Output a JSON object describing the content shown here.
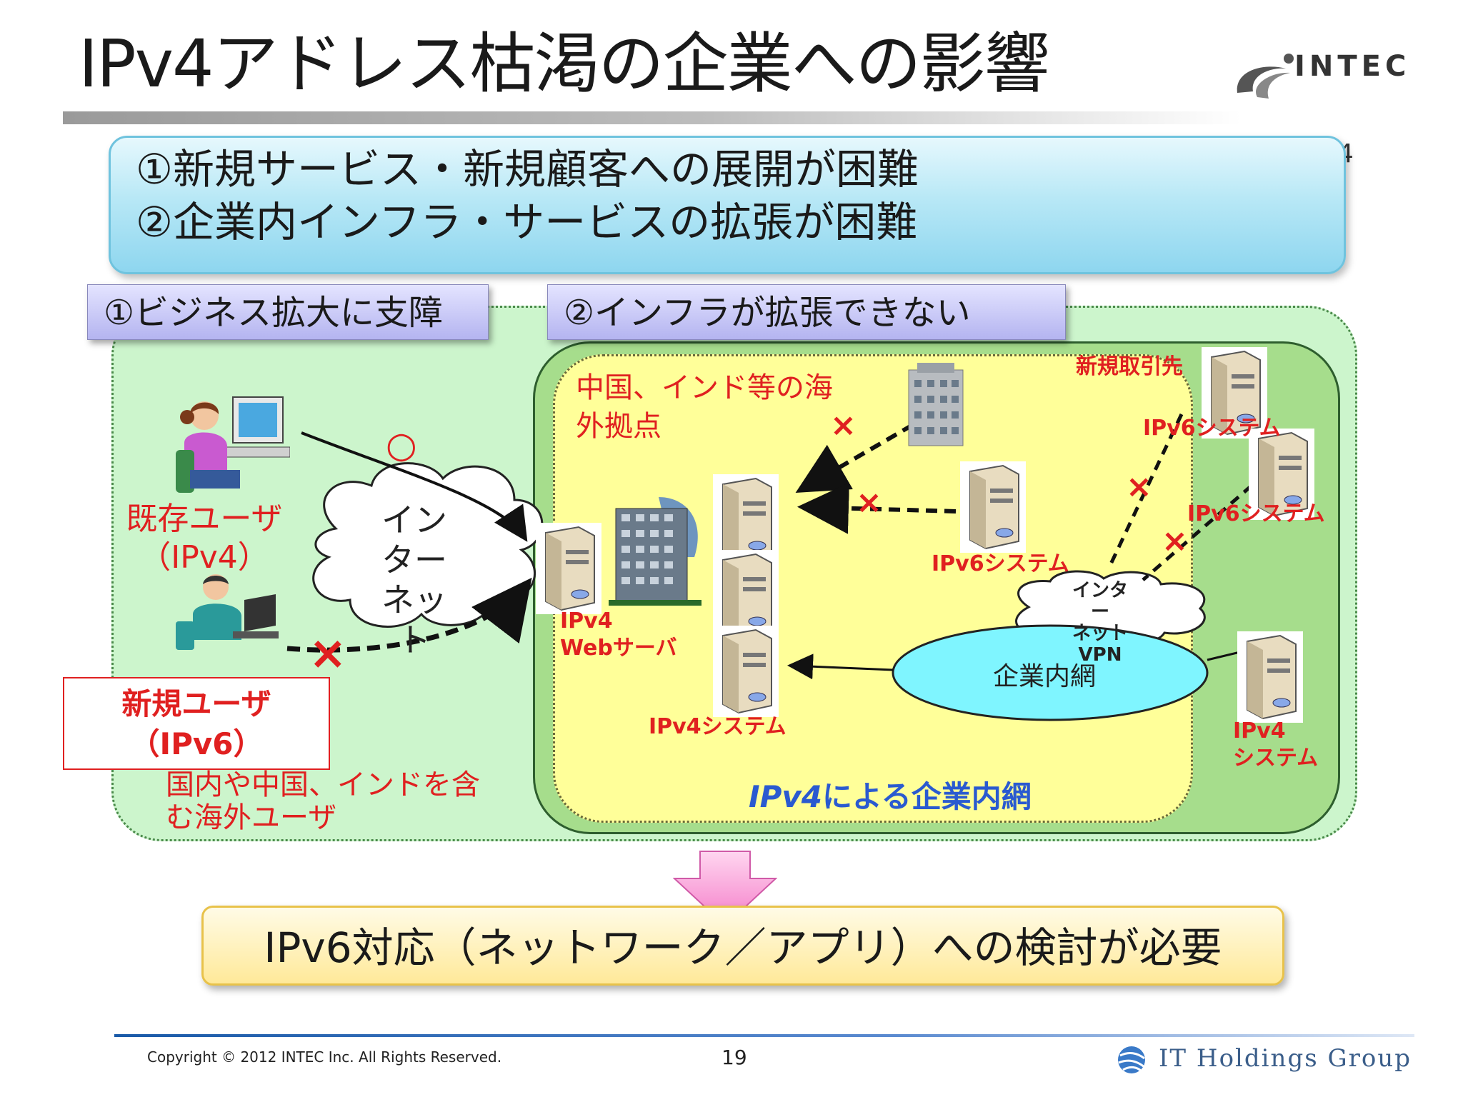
{
  "title": "IPv4アドレス枯渇の企業への影響",
  "logo": {
    "name": "INTEC",
    "stray_char": "4"
  },
  "impacts": [
    "①新規サービス・新規顧客への展開が困難",
    "②企業内インフラ・サービスの拡張が困難"
  ],
  "tabs": {
    "business": "①ビジネス拡大に支障",
    "infra": "②インフラが拡張できない"
  },
  "internet_cloud": [
    "イン",
    "ター",
    "ネット"
  ],
  "ok_mark": "○",
  "ng_mark": "×",
  "existing_user": {
    "line1": "既存ユーザ",
    "line2": "（IPv4）"
  },
  "new_user": {
    "line1": "新規ユーザ",
    "line2": "（IPv6）"
  },
  "overseas_users": {
    "line1": "国内や中国、インドを含",
    "line2": "む海外ユーザ"
  },
  "overseas_base": {
    "line1": "中国、インド等の海",
    "line2": "外拠点"
  },
  "web_server": {
    "line1": "IPv4",
    "line2": "Webサーバ"
  },
  "ipv4_system": "IPv4システム",
  "ipv6_system_center": "IPv6システム",
  "new_partner": "新規取引先",
  "ipv6_system_r1": "IPv6システム",
  "ipv6_system_r2": "IPv6システム",
  "vpn_cloud": [
    "インター",
    "ネット",
    "VPN"
  ],
  "corporate_lan": "企業内網",
  "ipv4_system_right": {
    "line1": "IPv4",
    "line2": "システム"
  },
  "ipv4_lan_label": {
    "prefix": "IPv4",
    "rest": "による企業内網"
  },
  "conclusion": "IPv6対応（ネットワーク／アプリ）への検討が必要",
  "footer": {
    "copyright": "Copyright © 2012 INTEC Inc. All Rights Reserved.",
    "page": "19",
    "group": "IT Holdings Group"
  },
  "colors": {
    "accent_red": "#e02020",
    "outer_zone": "#ccf5cc",
    "inner_zone": "#a6dd8c",
    "lan_zone": "#ffff99",
    "lan_ellipse": "#7ff5ff",
    "impact_box": "#b8e8f6",
    "conclusion_box": "#ffe999"
  }
}
